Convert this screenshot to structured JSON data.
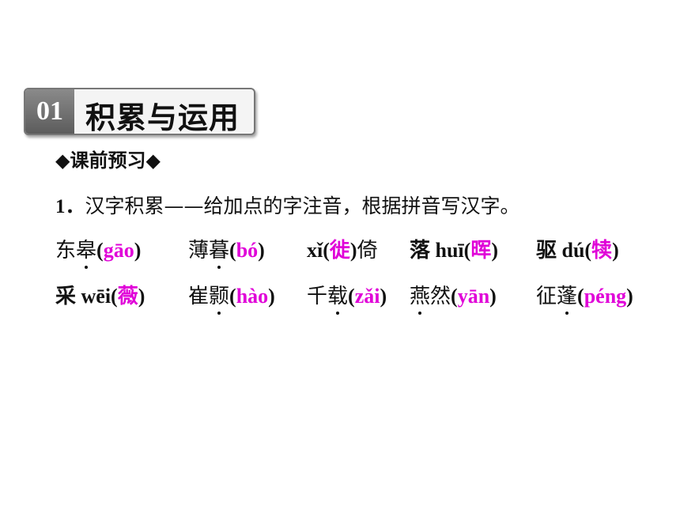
{
  "header": {
    "number": "01",
    "title": "积累与运用"
  },
  "subhead": "◆课前预习◆",
  "question": {
    "number": "1．",
    "text": "汉字积累——给加点的字注音，根据拼音写汉字。"
  },
  "row1": [
    {
      "pre": "东",
      "dotted": "皋",
      "post": "",
      "open": "(",
      "answer": "gāo",
      "close": ")"
    },
    {
      "pre": "薄",
      "dotted": "暮",
      "post": "",
      "open": "(",
      "answer": "bó",
      "close": ")"
    },
    {
      "pre": "xǐ",
      "dotted": "",
      "post": "倚",
      "open": "(",
      "answer": "徙",
      "close": ")"
    },
    {
      "pre": "落 huī",
      "dotted": "",
      "post": "",
      "open": "(",
      "answer": "晖",
      "close": ")"
    },
    {
      "pre": "驱 dú",
      "dotted": "",
      "post": "",
      "open": "(",
      "answer": "犊",
      "close": ")"
    }
  ],
  "row2": [
    {
      "pre": "采 wēi",
      "dotted": "",
      "post": "",
      "open": "(",
      "answer": "薇",
      "close": ")"
    },
    {
      "pre": "崔",
      "dotted": "颢",
      "post": "",
      "open": "(",
      "answer": "hào",
      "close": ")"
    },
    {
      "pre": "千",
      "dotted": "载",
      "post": "",
      "open": "(",
      "answer": "zǎi",
      "close": ")"
    },
    {
      "pre": "",
      "dotted": "燕",
      "post": "然",
      "open": "(",
      "answer": "yān",
      "close": ")"
    },
    {
      "pre": "征",
      "dotted": "蓬",
      "post": "",
      "open": "(",
      "answer": "péng",
      "close": ")"
    }
  ]
}
